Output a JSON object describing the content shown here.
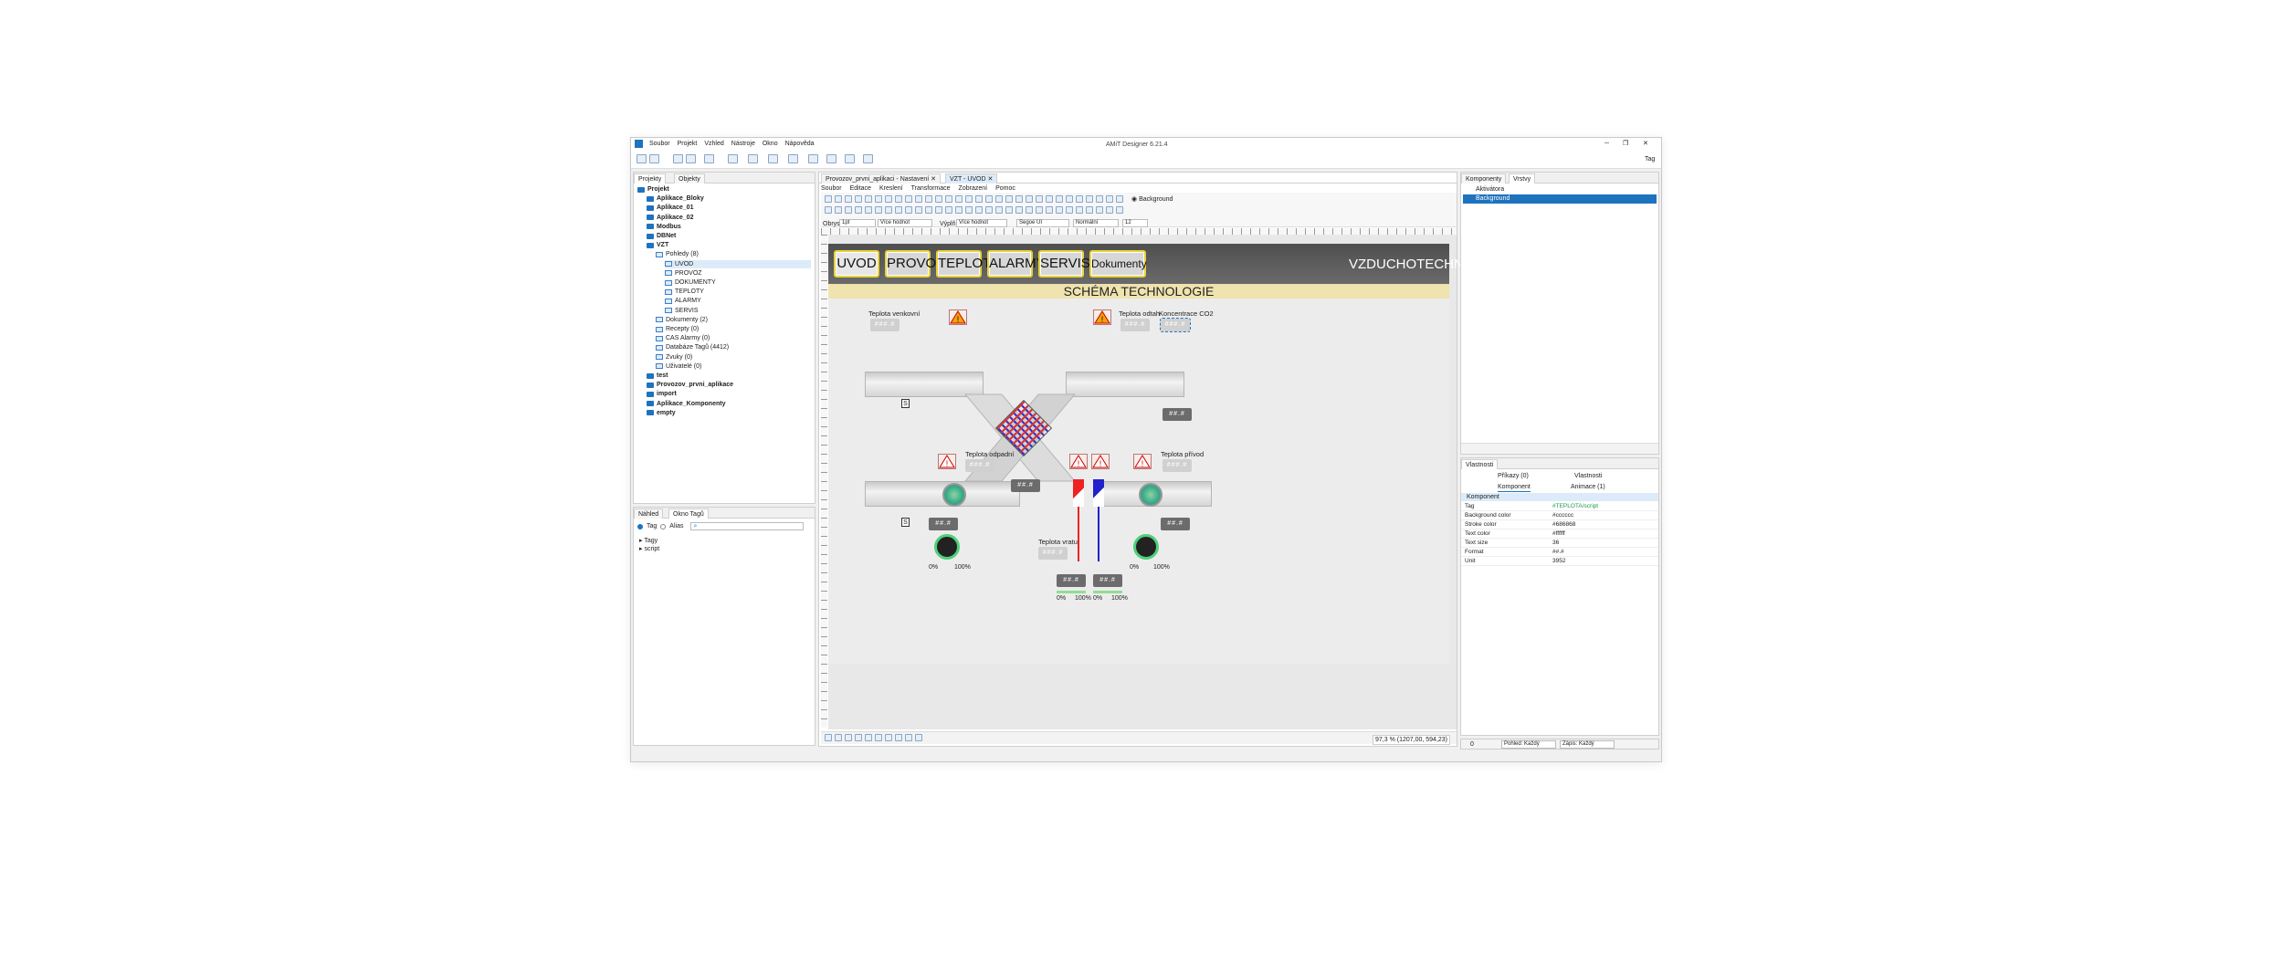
{
  "window": {
    "title": "AMiT Designer 6.21.4",
    "tag_label": "Tag"
  },
  "menu": [
    "Soubor",
    "Projekt",
    "Vzhled",
    "Nástroje",
    "Okno",
    "Nápověda"
  ],
  "left_panel": {
    "tabs": [
      "Projekty",
      "Objekty"
    ],
    "tree": [
      {
        "label": "Projekt",
        "level": 0,
        "bold": true,
        "type": "root"
      },
      {
        "label": "Aplikace_Bloky",
        "level": 1,
        "bold": true,
        "type": "folder"
      },
      {
        "label": "Aplikace_01",
        "level": 1,
        "bold": true,
        "type": "folder"
      },
      {
        "label": "Aplikace_02",
        "level": 1,
        "bold": true,
        "type": "folder"
      },
      {
        "label": "Modbus",
        "level": 1,
        "bold": true,
        "type": "folder"
      },
      {
        "label": "DBNet",
        "level": 1,
        "bold": true,
        "type": "folder"
      },
      {
        "label": "VZT",
        "level": 1,
        "bold": true,
        "type": "folder"
      },
      {
        "label": "Pohledy (8)",
        "level": 2,
        "bold": false,
        "type": "view"
      },
      {
        "label": "UVOD",
        "level": 3,
        "bold": false,
        "type": "view",
        "selected": true
      },
      {
        "label": "PROVOZ",
        "level": 3,
        "bold": false,
        "type": "view"
      },
      {
        "label": "DOKUMENTY",
        "level": 3,
        "bold": false,
        "type": "view"
      },
      {
        "label": "TEPLOTY",
        "level": 3,
        "bold": false,
        "type": "view"
      },
      {
        "label": "ALARMY",
        "level": 3,
        "bold": false,
        "type": "view"
      },
      {
        "label": "SERVIS",
        "level": 3,
        "bold": false,
        "type": "view"
      },
      {
        "label": "Dokumenty (2)",
        "level": 2,
        "bold": false,
        "type": "view"
      },
      {
        "label": "Recepty (0)",
        "level": 2,
        "bold": false,
        "type": "view"
      },
      {
        "label": "CAS Alarmy (0)",
        "level": 2,
        "bold": false,
        "type": "view"
      },
      {
        "label": "Databáze Tagů (4412)",
        "level": 2,
        "bold": false,
        "type": "view"
      },
      {
        "label": "Zvuky (0)",
        "level": 2,
        "bold": false,
        "type": "view"
      },
      {
        "label": "Uživatelé (0)",
        "level": 2,
        "bold": false,
        "type": "view"
      },
      {
        "label": "test",
        "level": 1,
        "bold": true,
        "type": "folder"
      },
      {
        "label": "Provozov_prvni_aplikace",
        "level": 1,
        "bold": true,
        "type": "folder"
      },
      {
        "label": "import",
        "level": 1,
        "bold": true,
        "type": "folder"
      },
      {
        "label": "Aplikace_Komponenty",
        "level": 1,
        "bold": true,
        "type": "folder"
      },
      {
        "label": "empty",
        "level": 1,
        "bold": true,
        "type": "folder"
      }
    ],
    "bottom_tabs": [
      "Náhled",
      "Okno Tagů"
    ],
    "radio_tag": "Tag",
    "radio_alias": "Alias",
    "tag_tree": [
      "Tagy",
      "script"
    ]
  },
  "editor": {
    "doc_tabs": [
      "Provozov_prvni_aplikaci - Nastavení",
      "VZT - UVOD"
    ],
    "menu": [
      "Soubor",
      "Editace",
      "Kreslení",
      "Transformace",
      "Zobrazení",
      "Pomoc"
    ],
    "background_label": "Background",
    "props_row": {
      "outline": "Obrys",
      "width": "1pt",
      "fill": "Výplň",
      "fill_opts": "Více hodnot",
      "font": "Segoe UI",
      "style": "Normální",
      "size": "12",
      "multi": "Více hodnot"
    },
    "status": {
      "zoom": "97,3 % (1207,00, 594,23)"
    }
  },
  "hmi": {
    "nav": [
      "UVOD",
      "PROVOZ",
      "TEPLOTY",
      "ALARMY",
      "SERVIS",
      "Dokumenty"
    ],
    "brand": "VZDUCHOTECHNIKA",
    "subtitle": "SCHÉMA TECHNOLOGIE",
    "labels": {
      "t_out": "Teplota venkovní",
      "t_exh": "Teplota odtah",
      "co2": "Koncentrace CO2",
      "t_waste": "Teplota odpadní",
      "t_supply": "Teplota přívod",
      "t_return": "Teplota vratu"
    },
    "display_value": "###.#",
    "short_value": "##.#",
    "s_marker": "S",
    "gauge_min": "0%",
    "gauge_max": "100%"
  },
  "right_panel": {
    "tabs": [
      "Komponenty",
      "Vrstvy"
    ],
    "layers": [
      {
        "label": "Aktivátora",
        "selected": false
      },
      {
        "label": "Background",
        "selected": true
      }
    ],
    "props_title": "Vlastnosti",
    "subtabs": [
      "Příkazy (0)",
      "Vlastnosti",
      "Komponent",
      "Animace (1)"
    ],
    "section": "Komponent",
    "properties": [
      {
        "name": "Tag",
        "value": "#TEPLOTA/script"
      },
      {
        "name": "Background color",
        "value": "#cccccc"
      },
      {
        "name": "Stroke color",
        "value": "#686868"
      },
      {
        "name": "Text color",
        "value": "#ffffff"
      },
      {
        "name": "Text size",
        "value": "36"
      },
      {
        "name": "Format",
        "value": "##.#"
      },
      {
        "name": "Unit",
        "value": "3952"
      }
    ],
    "footer": {
      "count": "0",
      "refresh": "Pohled: Každý",
      "write": "Zápis: Každý"
    }
  },
  "colors": {
    "accent": "#1e73be",
    "nav_border": "#e7d23a",
    "header_dark": "#5b5b5b",
    "banner": "#efe3ae"
  }
}
